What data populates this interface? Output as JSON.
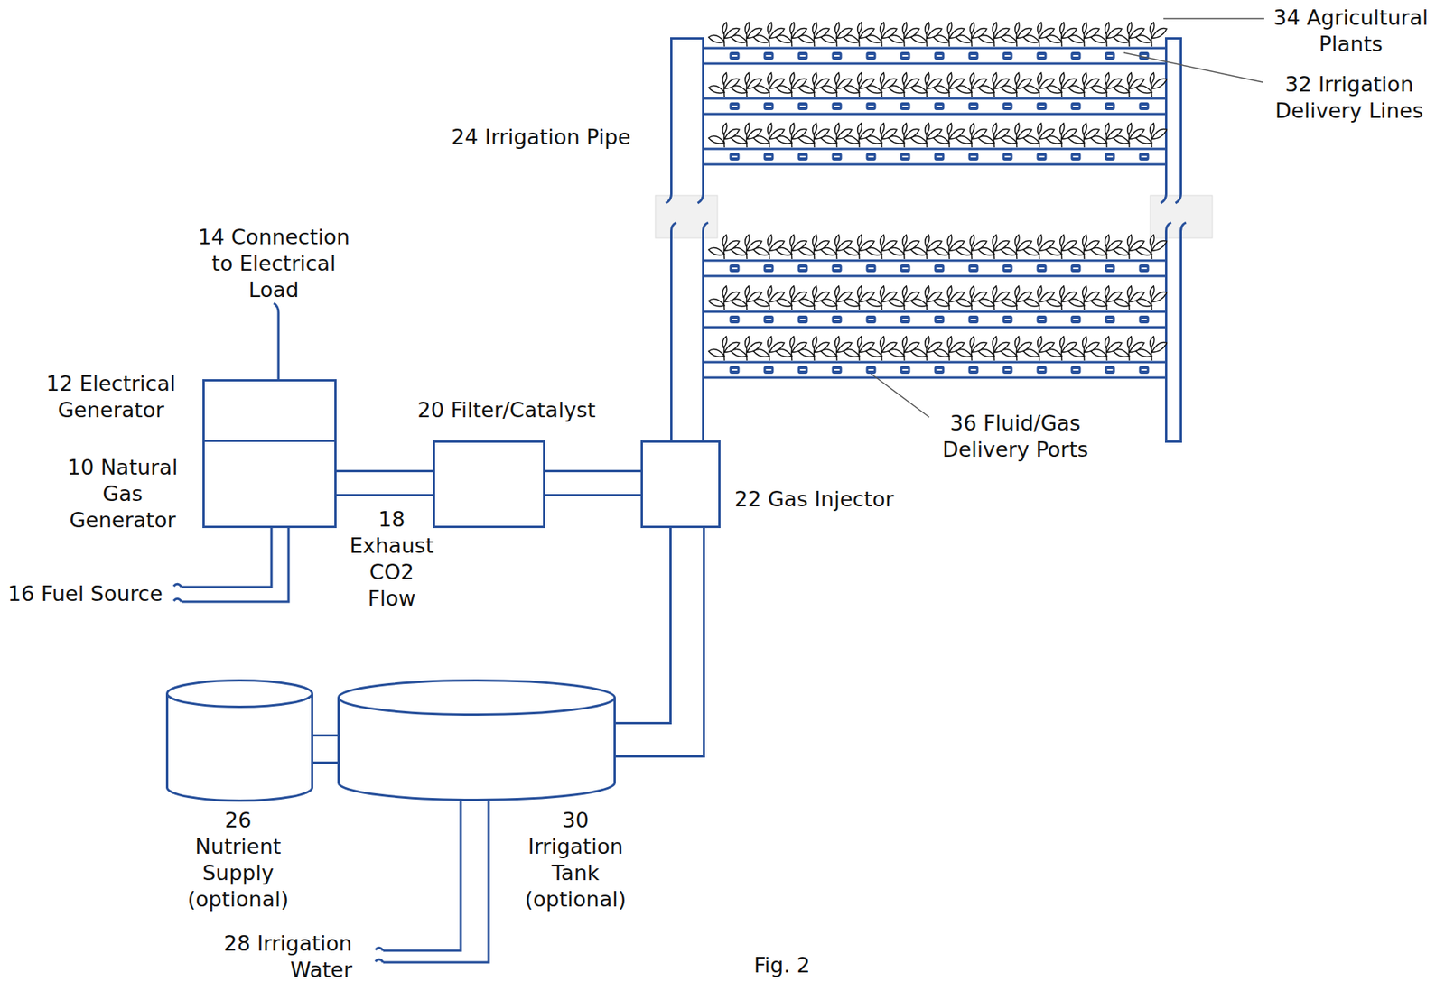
{
  "diagram": {
    "caption": "Fig. 2",
    "nodes": [
      {
        "text": [
          "12 Electrical Generator"
        ]
      },
      {
        "text": [
          "10 Natural Gas Generator"
        ]
      },
      {
        "text": [
          "20 Filter/Catalyst"
        ]
      },
      {
        "text": [
          "22 Gas Injector"
        ]
      },
      {
        "text": [
          "26 Nutrient Supply (optional)"
        ]
      },
      {
        "text": [
          "30 Irrigation Tank (optional)"
        ]
      }
    ],
    "edges": [
      {
        "from": 1,
        "to": 2,
        "arrow": "none",
        "label": "18 Exhaust CO2 Flow"
      },
      {
        "from": 2,
        "to": 3,
        "arrow": "none"
      },
      {
        "from": 4,
        "to": 5,
        "arrow": "none"
      },
      {
        "from": 5,
        "to": 3,
        "arrow": "none"
      }
    ],
    "labels": [
      "14 Connection to Electrical Load",
      "16 Fuel Source",
      "24 Irrigation Pipe",
      "34 Agricultural Plants",
      "32 Irrigation Delivery Lines",
      "36 Fluid/Gas Delivery Ports",
      "28 Irrigation Water"
    ]
  }
}
